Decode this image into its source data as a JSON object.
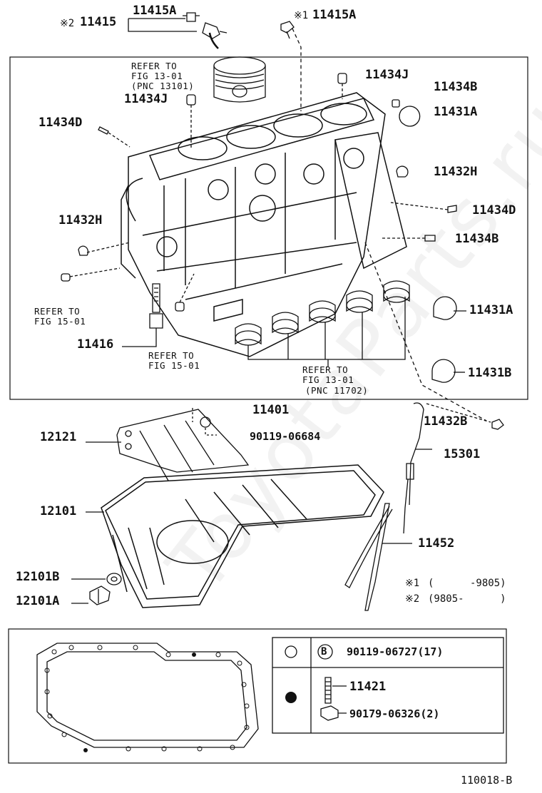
{
  "watermark": "ToyotaParts.ru",
  "figure_id": "110018-B",
  "labels": {
    "p11415_mark": "※2",
    "p11415": "11415",
    "p11415A_top": "11415A",
    "p11415A_mark": "※1",
    "p11415A_r": "11415A",
    "p11434J_r": "11434J",
    "p11434J_l": "11434J",
    "p11434B_r": "11434B",
    "p11431A_r": "11431A",
    "p11434D_l": "11434D",
    "p11432H_r": "11432H",
    "p11434D_r": "11434D",
    "p11432H_l": "11432H",
    "p11434B_r2": "11434B",
    "p11431A_r2": "11431A",
    "p11416": "11416",
    "p11431B": "11431B",
    "p11401": "11401",
    "p11432B": "11432B",
    "p12121": "12121",
    "p90119_06684": "90119-06684",
    "p15301": "15301",
    "p12101": "12101",
    "p11452": "11452",
    "p12101B": "12101B",
    "p12101A": "12101A"
  },
  "refs": {
    "piston_line1": "REFER TO",
    "piston_line2": "FIG 13-01",
    "piston_line3": "(PNC 13101)",
    "fig1501a_line1": "REFER TO",
    "fig1501a_line2": "FIG 15-01",
    "fig1501b_line1": "REFER TO",
    "fig1501b_line2": "FIG 15-01",
    "bearing_line1": "REFER TO",
    "bearing_line2": "FIG 13-01",
    "bearing_line3": "(PNC 11702)"
  },
  "footnotes": {
    "n1_mark": "※1",
    "n1_text": "(      -9805)",
    "n2_mark": "※2",
    "n2_text": "(9805-      )"
  },
  "legend": {
    "circle_code_letter": "B",
    "circle_code": "90119-06727(17)",
    "dot_part1": "11421",
    "dot_part2": "90179-06326(2)"
  }
}
